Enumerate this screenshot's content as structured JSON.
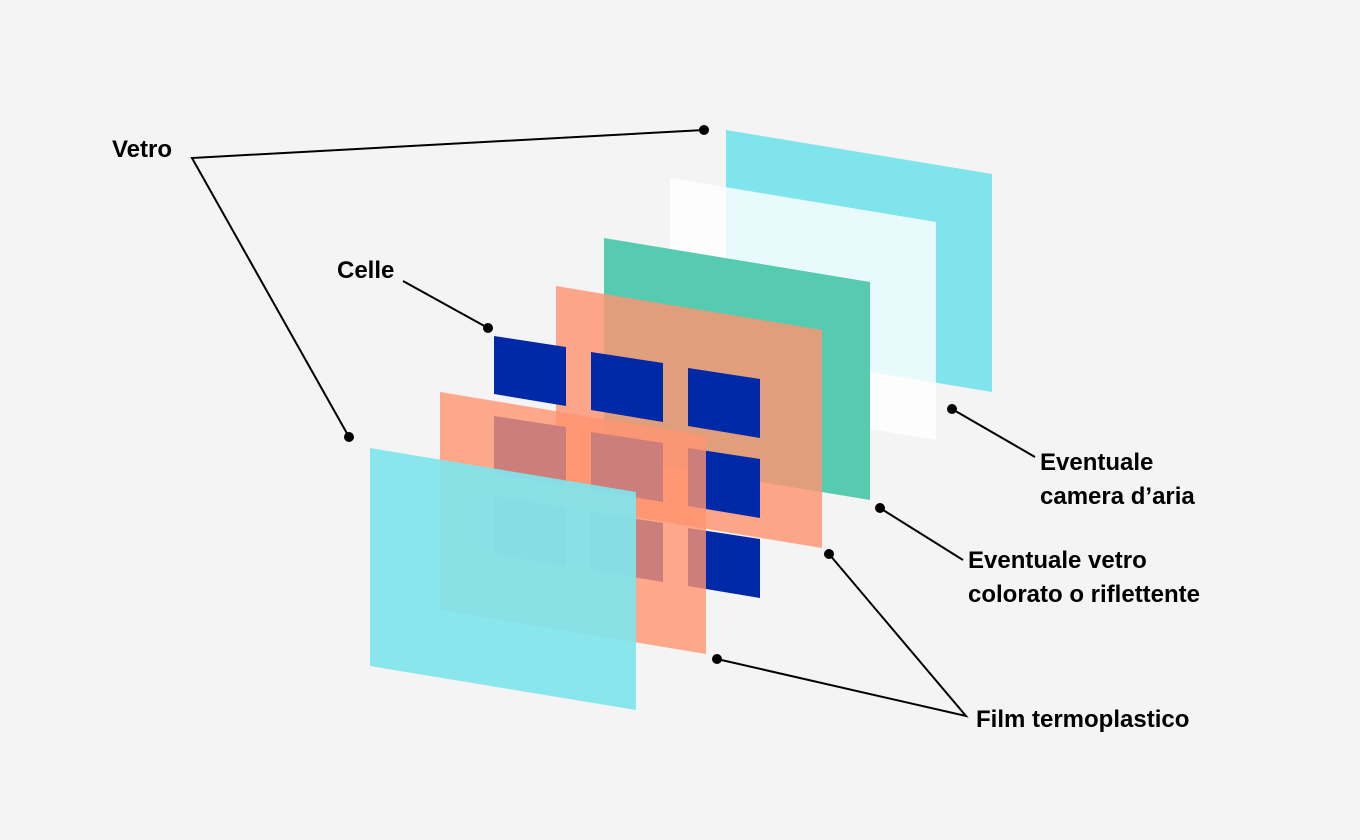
{
  "labels": {
    "vetro": "Vetro",
    "celle": "Celle",
    "camera_line1": "Eventuale",
    "camera_line2": "camera d’aria",
    "colorato_line1": "Eventuale vetro",
    "colorato_line2": "colorato o riflettente",
    "film": "Film termoplastico"
  },
  "colors": {
    "background": "#f4f4f4",
    "glass": "#80e4ec",
    "air_gap": "#ffffff",
    "tinted_glass": "#57cbb0",
    "film": "#ff9470",
    "cells": "#0029a8",
    "leader": "#000000"
  },
  "cells": {
    "rows": 3,
    "cols": 3
  }
}
